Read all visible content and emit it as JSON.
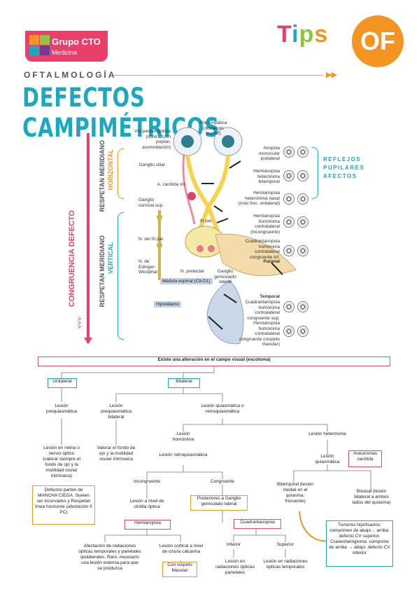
{
  "header": {
    "logo_title": "Grupo CTO",
    "logo_subtitle": "Medicina",
    "tips_letters": [
      "T",
      "i",
      "p",
      "s"
    ],
    "tips_colors": [
      "#e8406a",
      "#1aa9bf",
      "#8cc63e",
      "#f39423"
    ],
    "badge": "OF",
    "section": "OFTALMOLOGÍA",
    "section_arrows": "▶▶",
    "title": "DEFECTOS CAMPIMÉTRICOS"
  },
  "side_labels": {
    "congruencia": "CONGRUENCIA DEFECTO",
    "top_arrows": "˅˅˅",
    "bottom_arrows": "˄˄˄",
    "respetan_meridiano": "RESPETAN MERIDIANO",
    "horizontal": "HORIZONTAL",
    "vertical": "VERTICAL"
  },
  "anatomy_labels": {
    "via_parasimpatica": "Vía parasimpática (contracción pupilar, acomodación)",
    "via_simpatica": "Vía simpática (dilatación pupilar)",
    "ganglio_ciliar": "Ganglio ciliar",
    "carotida": "A. carótida int.",
    "ganglio_cervical": "Ganglio cervical sup.",
    "iii_par": "III par",
    "n_iii_par": "N. del III par",
    "edinger": "N. de Edinger-Westphal",
    "pretectal": "N. pretectal",
    "geniculado": "Ganglio geniculado lateral",
    "medula": "Médula espinal (C8-D1)",
    "hipotalamo": "Hipotálamo"
  },
  "defects": [
    "Anopsia monocular ipsilateral",
    "Hemianopsia heterónima bitemporal",
    "Hemianopsia heterónima nasal (más frec. unilateral)",
    "Hemianopsia homónima contralateral (incongruente)",
    "Cuadrantanopsia homónima contralateral congruente inf.",
    "Parietal",
    "Temporal",
    "Cuadrantanopsia homónima contralateral congruente sup.",
    "Hemianopsia homónima contralateral congruente (respeto macular)"
  ],
  "reflejos": [
    "REFLEJOS",
    "PUPILARES",
    "AFECTOS"
  ],
  "flow": {
    "root": "Existe una alteración en el campo visual (escotoma)",
    "unilateral": "Unilateral",
    "bilateral": "Bilateral",
    "lesion_prequiasmatica": "Lesión prequiasmática",
    "retina_text": "Lesión en retina o nervio óptico (valorar siempre el fondo de ojo y la motilidad ocular intrínseca)",
    "mancha_ciega": "Defectos parten de MANCHA CIEGA. Suelen ser incurvados y Respetan línea horizonte (afectación II PC)",
    "prequiasmatica_bilateral": "Lesión prequiasmática bilateral",
    "valorar_fondo": "Valorar el fondo de ojo y la motilidad ocular intrínseca",
    "quiasmatica_retro": "Lesión quiasmática o retroquiasmática",
    "homonima": "Lesión homónima",
    "heteronima": "Lesión heterónima",
    "retroquiasmatica": "Lesión retroquiasmática",
    "quiasmatica": "Lesión quiasmática",
    "aneurismas": "Aneurismas carótida",
    "incongruente": "Incongruente",
    "congruente": "Congruente",
    "posteriores": "Posteriores a Ganglio geniculado lateral",
    "cintilla": "Lesión a nivel de cintilla óptica",
    "hemianopsia": "Hemianopsia",
    "cuadrantanopsia": "Cuadrantanopsia",
    "bitemporal": "Bitemporal (lesión medial en el quiasma; frecuente)",
    "binasal": "Binasal (lesión bilateral a ambos lados del quiasma)",
    "afectacion": "Afectación de radiaciones ópticas temporales y parietales ipsilaterales. Raro, necesario una lesión extensa para que se produzca",
    "cortical": "Lesión cortical a nivel de cisura calcarina",
    "respeto_macular": "Con respeto Macular",
    "inferior": "Inferior",
    "superior": "Superior",
    "parietales": "Lesión en radiaciones ópticas parietales",
    "temporales": "Lesión en radiaciones ópticas temporales",
    "tumores": "Tumores hipofisarios: comprimen de abajo→ arriba: defecto CV superior. Craneofaringioma: comprime de arriba → abajo: defecto CV inferior"
  }
}
